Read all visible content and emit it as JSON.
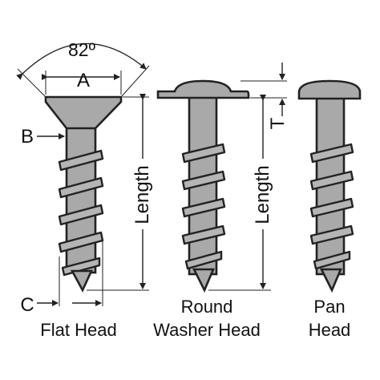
{
  "labels": {
    "angle": "82º",
    "a": "A",
    "b": "B",
    "c": "C",
    "t": "T",
    "length_flat": "Length",
    "length_round": "Length"
  },
  "screws": [
    {
      "name_line1": "Flat Head",
      "name_line2": ""
    },
    {
      "name_line1": "Round",
      "name_line2": "Washer Head"
    },
    {
      "name_line1": "Pan",
      "name_line2": "Head"
    }
  ],
  "colors": {
    "metal": "#a9a9a9",
    "outline": "#222222",
    "background": "#ffffff"
  }
}
